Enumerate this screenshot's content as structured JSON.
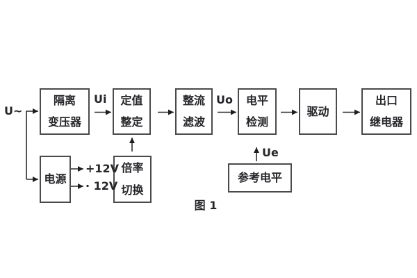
{
  "figure": {
    "caption": "图 1",
    "input_label": "U~",
    "colors": {
      "line": "#2b2b2b",
      "box_border": "#4a4a4a",
      "text": "#26262a",
      "background": "#ffffff"
    },
    "blocks": [
      {
        "name": "isolation-transformer",
        "lines": [
          "隔离",
          "变压器"
        ]
      },
      {
        "name": "setting-adjustment",
        "lines": [
          "定值",
          "整定"
        ]
      },
      {
        "name": "rectify-filter",
        "lines": [
          "整流",
          "滤波"
        ]
      },
      {
        "name": "level-detection",
        "lines": [
          "电平",
          "检测"
        ]
      },
      {
        "name": "driver",
        "lines": [
          "驱动"
        ]
      },
      {
        "name": "output-relay",
        "lines": [
          "出口",
          "继电器"
        ]
      },
      {
        "name": "power-supply",
        "lines": [
          "电源"
        ]
      },
      {
        "name": "ratio-switch",
        "lines": [
          "倍率",
          "切换"
        ]
      },
      {
        "name": "reference-level",
        "lines": [
          "参考电平"
        ]
      }
    ],
    "signal_labels": {
      "ui": "Ui",
      "uo": "Uo",
      "ue": "Ue",
      "plus12v": "+12V",
      "minus12v": "· 12V"
    }
  }
}
